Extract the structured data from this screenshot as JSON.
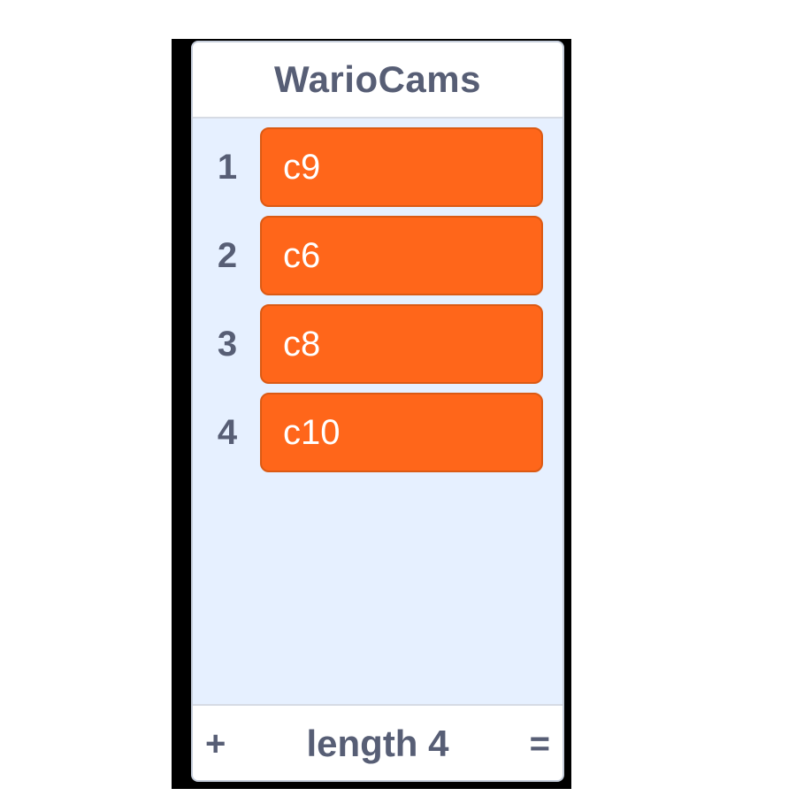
{
  "monitor": {
    "title": "WarioCams",
    "items": [
      {
        "index": "1",
        "value": "c9"
      },
      {
        "index": "2",
        "value": "c6"
      },
      {
        "index": "3",
        "value": "c8"
      },
      {
        "index": "4",
        "value": "c10"
      }
    ],
    "footer": {
      "add_label": "+",
      "length_label": "length 4",
      "resize_label": "="
    }
  },
  "colors": {
    "item_fill": "#ff661a",
    "item_border": "#db5a14",
    "panel_bg": "#e6f0ff",
    "text": "#575e75"
  }
}
